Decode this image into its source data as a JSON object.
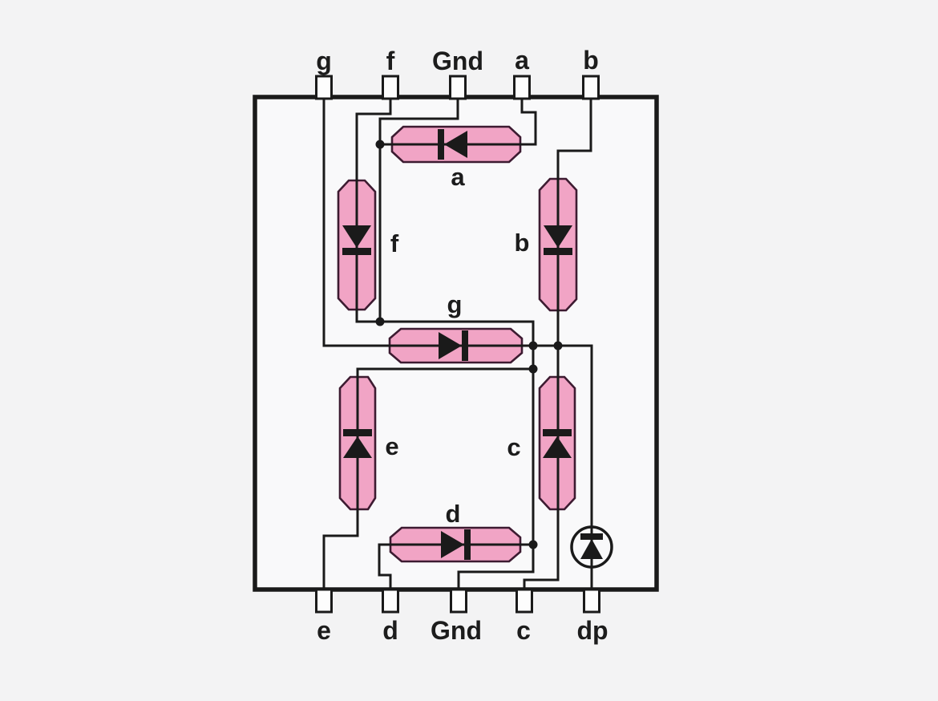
{
  "pins": {
    "top": [
      {
        "label": "g"
      },
      {
        "label": "f"
      },
      {
        "label": "Gnd"
      },
      {
        "label": "a"
      },
      {
        "label": "b"
      }
    ],
    "bottom": [
      {
        "label": "e"
      },
      {
        "label": "d"
      },
      {
        "label": "Gnd"
      },
      {
        "label": "c"
      },
      {
        "label": "dp"
      }
    ]
  },
  "segment_labels": {
    "a": "a",
    "f": "f",
    "b": "b",
    "g": "g",
    "e": "e",
    "c": "c",
    "d": "d"
  },
  "colors": {
    "background": "#f3f3f4",
    "panel_fill": "#f9f9fa",
    "wire": "#1a1a1a",
    "segment_fill": "#f1a4c5",
    "segment_stroke": "#3d1b31",
    "label": "#1c1c1c",
    "pin_fill": "#fdfdfd"
  }
}
